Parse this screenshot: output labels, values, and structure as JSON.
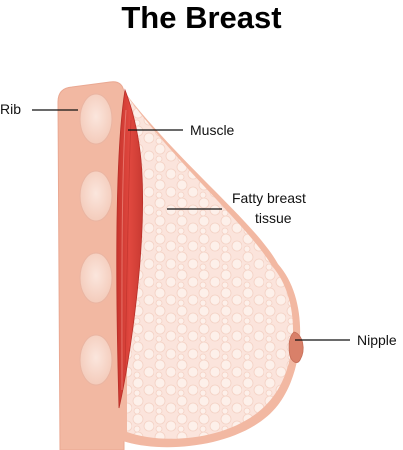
{
  "title": "The Breast",
  "labels": {
    "rib": "Rib",
    "muscle": "Muscle",
    "fatty_line1": "Fatty breast",
    "fatty_line2": "tissue",
    "nipple": "Nipple"
  },
  "colors": {
    "skin": "#f2b8a2",
    "rib_fill": "#f6d3c6",
    "breast_tissue": "#fbe4dc",
    "muscle": "#e0483f",
    "muscle_dark": "#c7332c",
    "nipple": "#d98069",
    "leader": "#111111"
  }
}
